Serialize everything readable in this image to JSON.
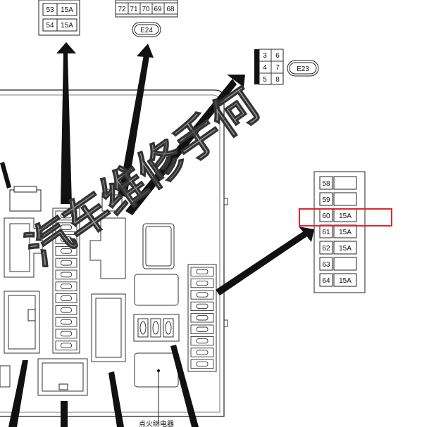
{
  "top_left_table": {
    "rows": [
      {
        "num": "53",
        "amp": "15A"
      },
      {
        "num": "54",
        "amp": "15A"
      }
    ]
  },
  "top_middle_table": {
    "nums": [
      "72",
      "71",
      "70",
      "69",
      "68"
    ]
  },
  "connector_e24": {
    "label": "E24"
  },
  "connector_e23": {
    "label": "E23",
    "pins": [
      [
        "3",
        "6"
      ],
      [
        "4",
        "7"
      ],
      [
        "5",
        "8"
      ]
    ]
  },
  "fuse_table_right": {
    "rows": [
      {
        "num": "58",
        "amp": ""
      },
      {
        "num": "59",
        "amp": ""
      },
      {
        "num": "60",
        "amp": "15A",
        "highlight": true
      },
      {
        "num": "61",
        "amp": "15A"
      },
      {
        "num": "62",
        "amp": "15A"
      },
      {
        "num": "63",
        "amp": ""
      },
      {
        "num": "64",
        "amp": "15A"
      }
    ]
  },
  "watermark": {
    "text": "汽车维修手何"
  },
  "bottom_label": {
    "text": "点火继电器"
  },
  "colors": {
    "highlight": "#e0282f",
    "line": "#222222",
    "arrow": "#111111",
    "watermark": "#7a7a7a"
  }
}
